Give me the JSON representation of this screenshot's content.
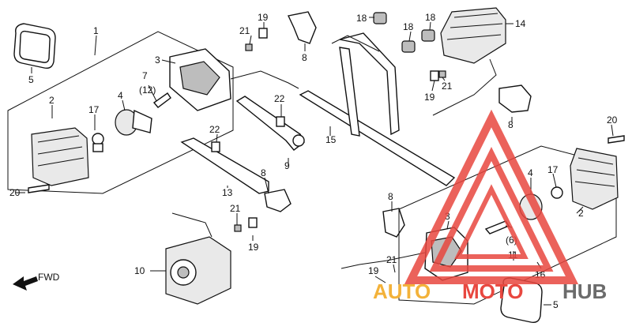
{
  "diagram": {
    "callouts": [
      {
        "id": "c-1",
        "text": "1"
      },
      {
        "id": "c-5-tl",
        "text": "5"
      },
      {
        "id": "c-2-l",
        "text": "2"
      },
      {
        "id": "c-17-l",
        "text": "17"
      },
      {
        "id": "c-4-l",
        "text": "4"
      },
      {
        "id": "c-7",
        "text": "7"
      },
      {
        "id": "c-12",
        "text": "(12)"
      },
      {
        "id": "c-3-l",
        "text": "3"
      },
      {
        "id": "c-20-l",
        "text": "20"
      },
      {
        "id": "c-21-a",
        "text": "21"
      },
      {
        "id": "c-19-a",
        "text": "19"
      },
      {
        "id": "c-8-a",
        "text": "8"
      },
      {
        "id": "c-18-a",
        "text": "18"
      },
      {
        "id": "c-18-b",
        "text": "18"
      },
      {
        "id": "c-18-c",
        "text": "18"
      },
      {
        "id": "c-14",
        "text": "14"
      },
      {
        "id": "c-21-b",
        "text": "21"
      },
      {
        "id": "c-19-b",
        "text": "19"
      },
      {
        "id": "c-8-b",
        "text": "8"
      },
      {
        "id": "c-22-a",
        "text": "22"
      },
      {
        "id": "c-15",
        "text": "15"
      },
      {
        "id": "c-22-b",
        "text": "22"
      },
      {
        "id": "c-9",
        "text": "9"
      },
      {
        "id": "c-13",
        "text": "13"
      },
      {
        "id": "c-8-c",
        "text": "8"
      },
      {
        "id": "c-21-c",
        "text": "21"
      },
      {
        "id": "c-19-c",
        "text": "19"
      },
      {
        "id": "c-10",
        "text": "10"
      },
      {
        "id": "c-20-r",
        "text": "20"
      },
      {
        "id": "c-17-r",
        "text": "17"
      },
      {
        "id": "c-4-r",
        "text": "4"
      },
      {
        "id": "c-2-r",
        "text": "2"
      },
      {
        "id": "c-8-d",
        "text": "8"
      },
      {
        "id": "c-3-r",
        "text": "3"
      },
      {
        "id": "c-6",
        "text": "(6)"
      },
      {
        "id": "c-11",
        "text": "11"
      },
      {
        "id": "c-21-d",
        "text": "21"
      },
      {
        "id": "c-16",
        "text": "16"
      },
      {
        "id": "c-19-d",
        "text": "19"
      },
      {
        "id": "c-5-br",
        "text": "5"
      }
    ],
    "fwd_label": "FWD",
    "watermark": {
      "word_part1": "AUTO",
      "word_part2": "MOTO",
      "word_part3": "HUB",
      "color_red": "#e8473f",
      "color_yellow": "#f3b23a",
      "color_gray": "#6b6b6b"
    }
  }
}
